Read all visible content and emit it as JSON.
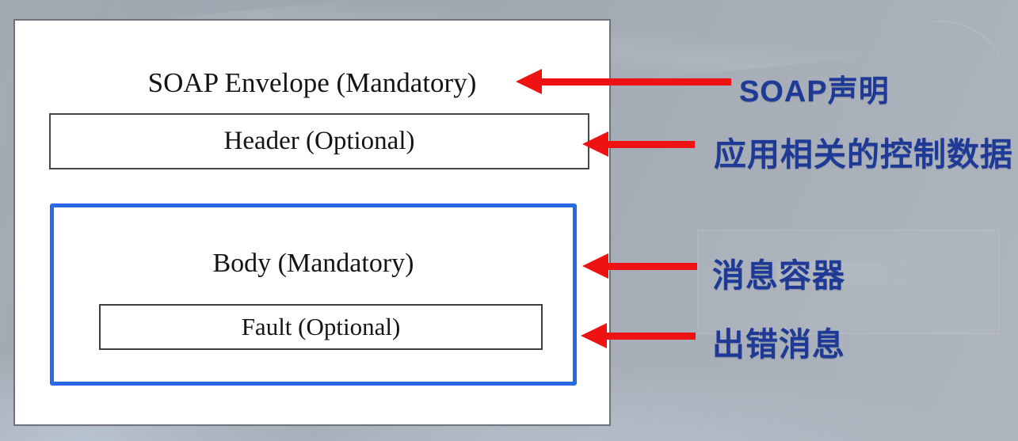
{
  "diagram": {
    "envelope": {
      "title": "SOAP Envelope (Mandatory)"
    },
    "header": {
      "label": "Header (Optional)"
    },
    "body": {
      "label": "Body (Mandatory)"
    },
    "fault": {
      "label": "Fault (Optional)"
    }
  },
  "annotations": [
    {
      "id": "soap-declaration",
      "label": "SOAP声明"
    },
    {
      "id": "app-control-data",
      "label": "应用相关的控制数据"
    },
    {
      "id": "message-container",
      "label": "消息容器"
    },
    {
      "id": "error-message",
      "label": "出错消息"
    }
  ],
  "colors": {
    "arrow_red": "#ee1212",
    "annotation_blue": "#1e3a96",
    "body_border_blue": "#2968e6",
    "box_background": "#ffffff",
    "page_background": "#a3abb5"
  }
}
